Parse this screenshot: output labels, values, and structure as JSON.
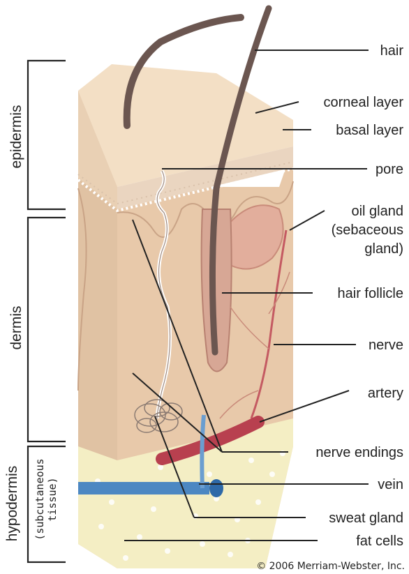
{
  "labels": {
    "hair": "hair",
    "corneal_layer": "corneal layer",
    "basal_layer": "basal layer",
    "pore": "pore",
    "oil_gland_1": "oil gland",
    "oil_gland_2": "(sebaceous",
    "oil_gland_3": "gland)",
    "hair_follicle": "hair follicle",
    "nerve": "nerve",
    "artery": "artery",
    "nerve_endings": "nerve endings",
    "vein": "vein",
    "sweat_gland": "sweat gland",
    "fat_cells": "fat cells"
  },
  "layers": {
    "epidermis": "epidermis",
    "dermis": "dermis",
    "hypodermis": "hypodermis",
    "subcutaneous_1": "(subcutaneous",
    "subcutaneous_2": "tissue)"
  },
  "copyright": "© 2006 Merriam-Webster, Inc.",
  "colors": {
    "skin_top": "#f2dcc0",
    "skin_front": "#ecd1b4",
    "dermis": "#e7c6a8",
    "side_face": "#e3c7a9",
    "fat": "#f3edbf",
    "hair": "#6b5650",
    "artery": "#b8404f",
    "vein": "#4c87c2"
  }
}
